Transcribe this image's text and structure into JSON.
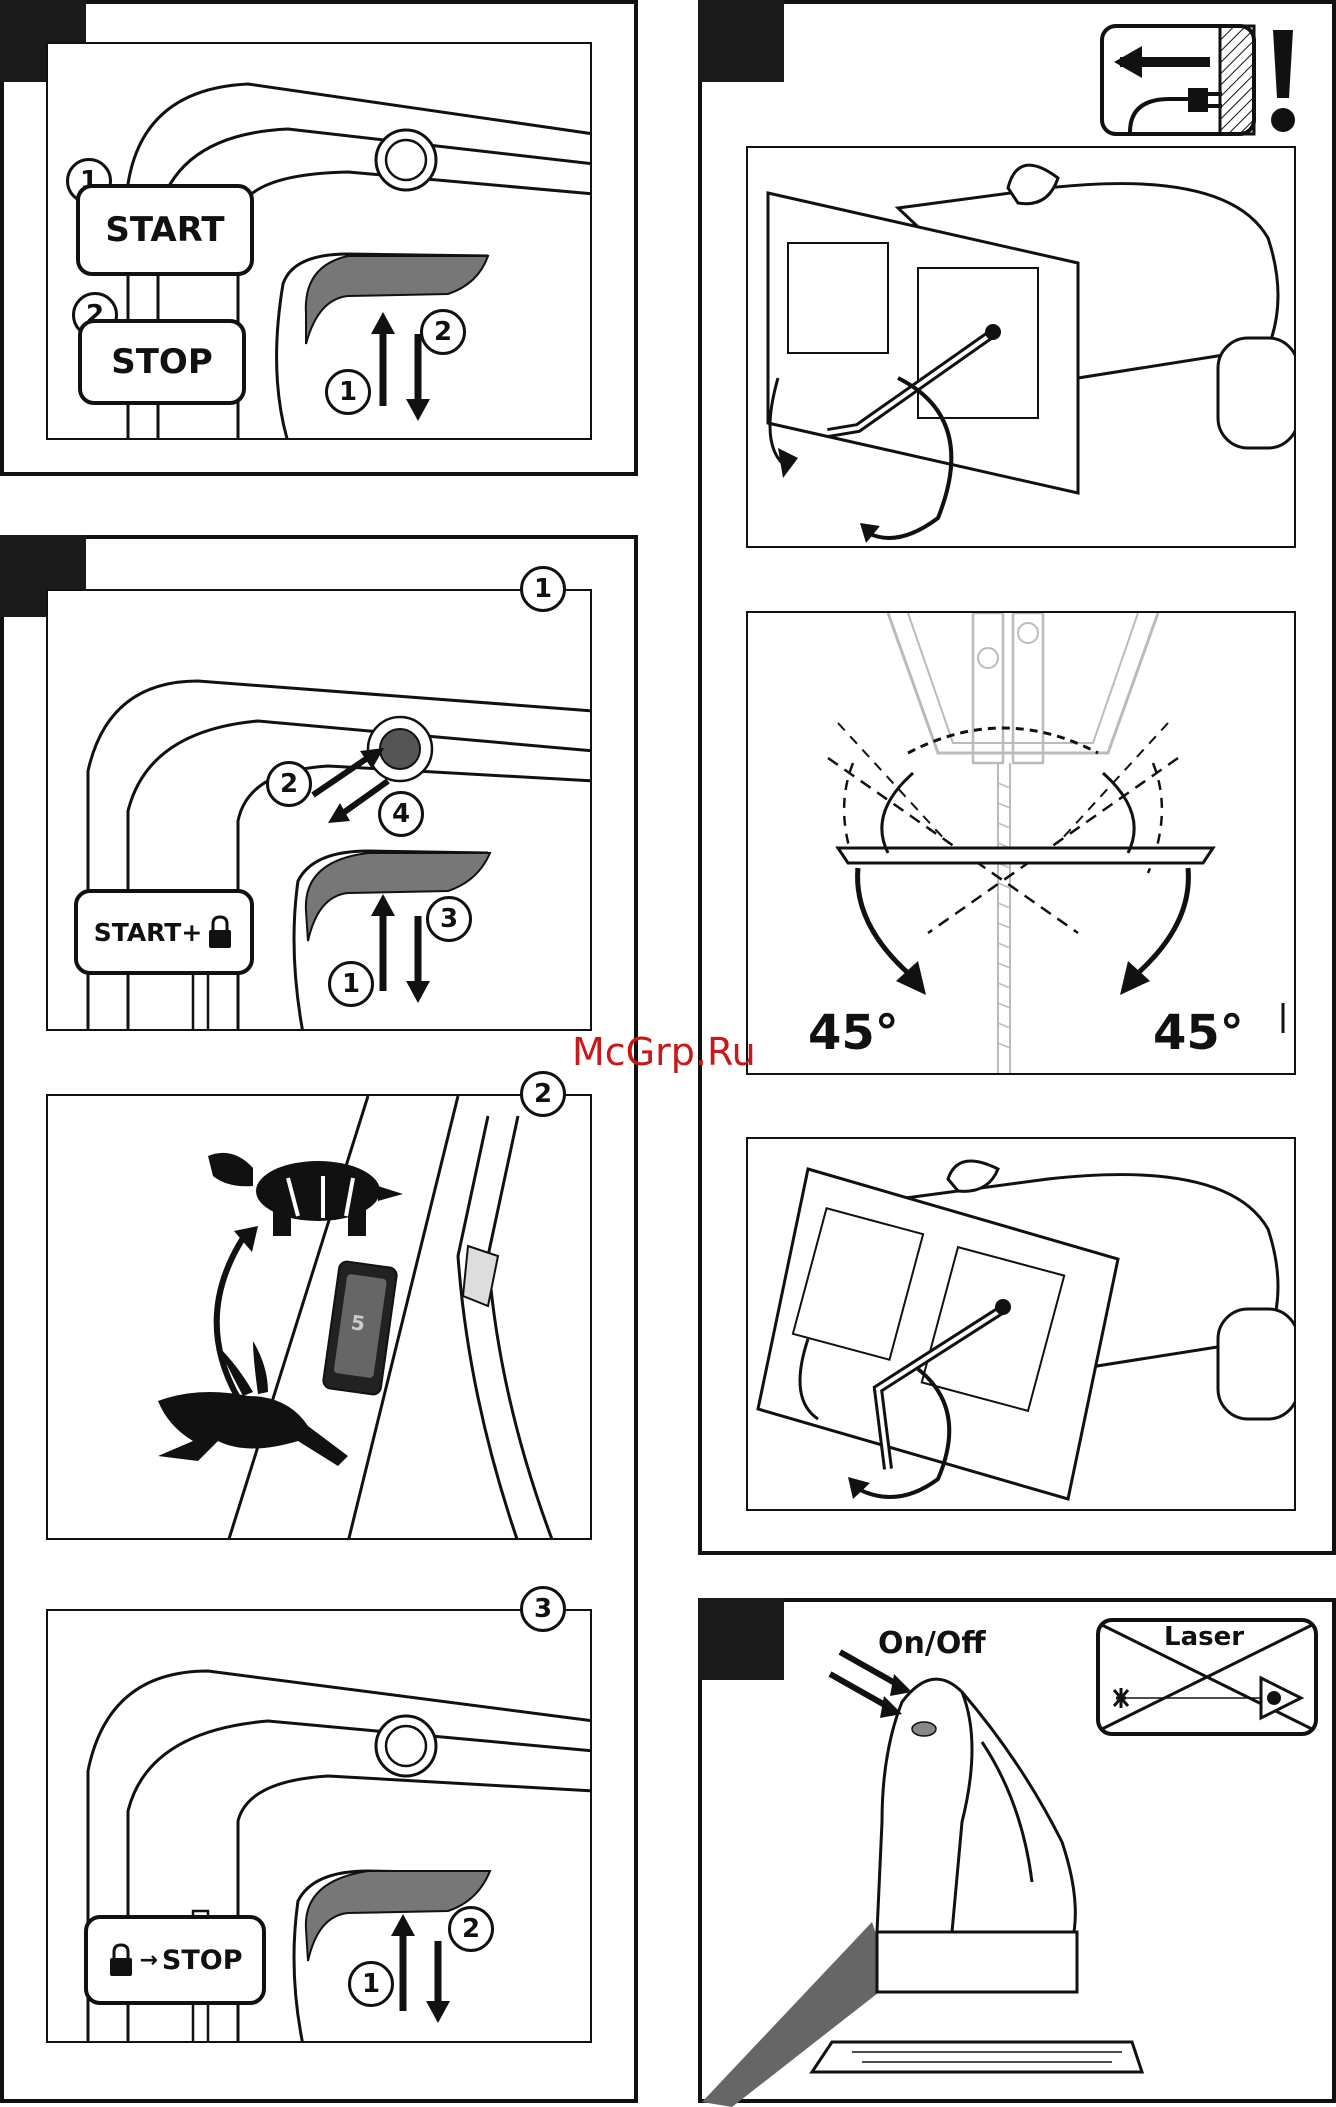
{
  "start_stop_panel": {
    "start_label": "START",
    "stop_label": "STOP",
    "step_1": "1",
    "step_2": "2"
  },
  "lock_panel": {
    "sub_1": {
      "badge": "1",
      "button_label": "START+",
      "step_1": "1",
      "step_2": "2",
      "step_3": "3",
      "step_4": "4"
    },
    "sub_2": {
      "badge": "2",
      "dial_label": "5"
    },
    "sub_3": {
      "badge": "3",
      "button_label": "STOP",
      "step_1": "1",
      "step_2": "2"
    }
  },
  "bevel_panel": {
    "angle_left": "45°",
    "angle_right": "45°"
  },
  "laser_panel": {
    "on_off_label": "On/Off",
    "laser_label": "Laser"
  },
  "watermark": "McGrp.Ru"
}
